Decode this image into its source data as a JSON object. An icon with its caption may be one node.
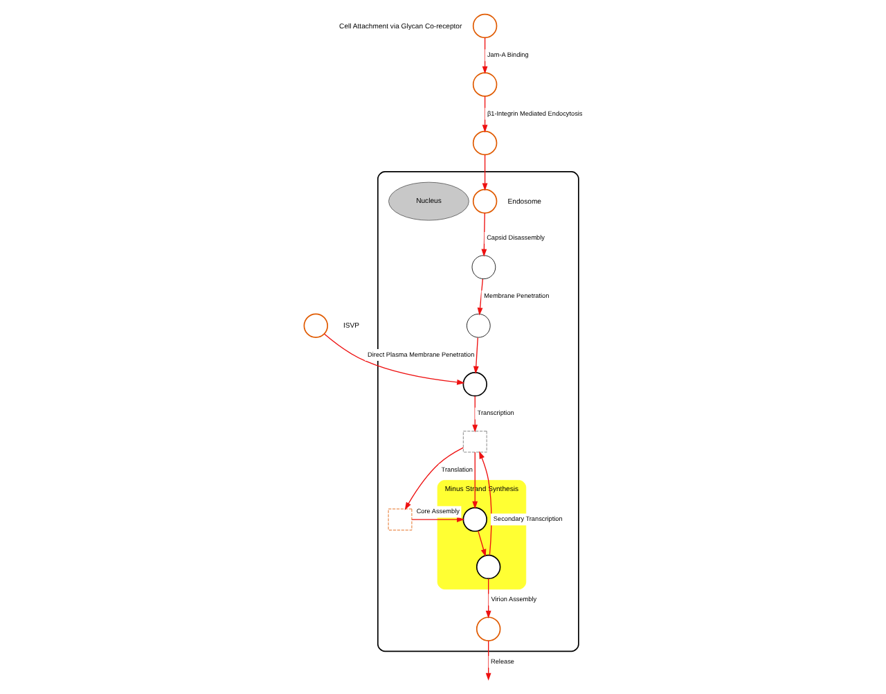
{
  "diagram": {
    "nodes": [
      {
        "text": [],
        "shape": "box"
      },
      {
        "text": [],
        "shape": "circle",
        "beside": [
          "Cell Attachment via Glycan Co-receptor"
        ]
      },
      {
        "text": [],
        "shape": "circle"
      },
      {
        "text": [],
        "shape": "circle"
      },
      {
        "text": [],
        "shape": "circle",
        "in": 0,
        "beside": [
          "Endosome"
        ]
      },
      {
        "text": [],
        "shape": "circle",
        "in": 0
      },
      {
        "text": [],
        "shape": "circle",
        "in": 0
      },
      {
        "text": [],
        "shape": "circle",
        "in": 0
      },
      {
        "text": [],
        "shape": "circle",
        "beside": [
          "ISVP"
        ]
      },
      {
        "text": [],
        "shape": "box",
        "in": 0
      },
      {
        "text": [],
        "shape": "box",
        "in": 0
      },
      {
        "text": [
          "Minus Strand Synthesis"
        ],
        "in": 0
      },
      {
        "text": [],
        "shape": "circle",
        "in": 11
      },
      {
        "text": [],
        "shape": "circle",
        "in": 11
      },
      {
        "text": [],
        "shape": "circle",
        "in": 0
      },
      {
        "text": [
          "Nucleus"
        ],
        "in": 0
      }
    ],
    "edges": [
      {
        "from": 1,
        "to": 2,
        "arrow": "to",
        "label": "Jam-A Binding"
      },
      {
        "from": 2,
        "to": 3,
        "arrow": "to",
        "label": "β1-Integrin Mediated Endocytosis"
      },
      {
        "from": 3,
        "to": 4,
        "arrow": "to"
      },
      {
        "from": 4,
        "to": 5,
        "arrow": "to",
        "label": "Capsid Disassembly"
      },
      {
        "from": 5,
        "to": 6,
        "arrow": "to",
        "label": "Membrane Penetration"
      },
      {
        "from": 6,
        "to": 7,
        "arrow": "to"
      },
      {
        "from": 8,
        "to": 7,
        "arrow": "to",
        "label": "Direct Plasma Membrane Penetration"
      },
      {
        "from": 7,
        "to": 9,
        "arrow": "to",
        "label": "Transcription"
      },
      {
        "from": 9,
        "to": 10,
        "arrow": "to",
        "label": "Translation"
      },
      {
        "from": 10,
        "to": 12,
        "arrow": "to",
        "label": "Core Assembly"
      },
      {
        "from": 9,
        "to": 12,
        "arrow": "to"
      },
      {
        "from": 12,
        "to": 13,
        "arrow": "to"
      },
      {
        "from": 13,
        "to": 9,
        "arrow": "to",
        "label": "Secondary Transcription"
      },
      {
        "from": 13,
        "to": 14,
        "arrow": "to",
        "label": "Virion Assembly"
      },
      {
        "from": 14,
        "to": null,
        "arrow": "to",
        "label": "Release"
      }
    ]
  }
}
